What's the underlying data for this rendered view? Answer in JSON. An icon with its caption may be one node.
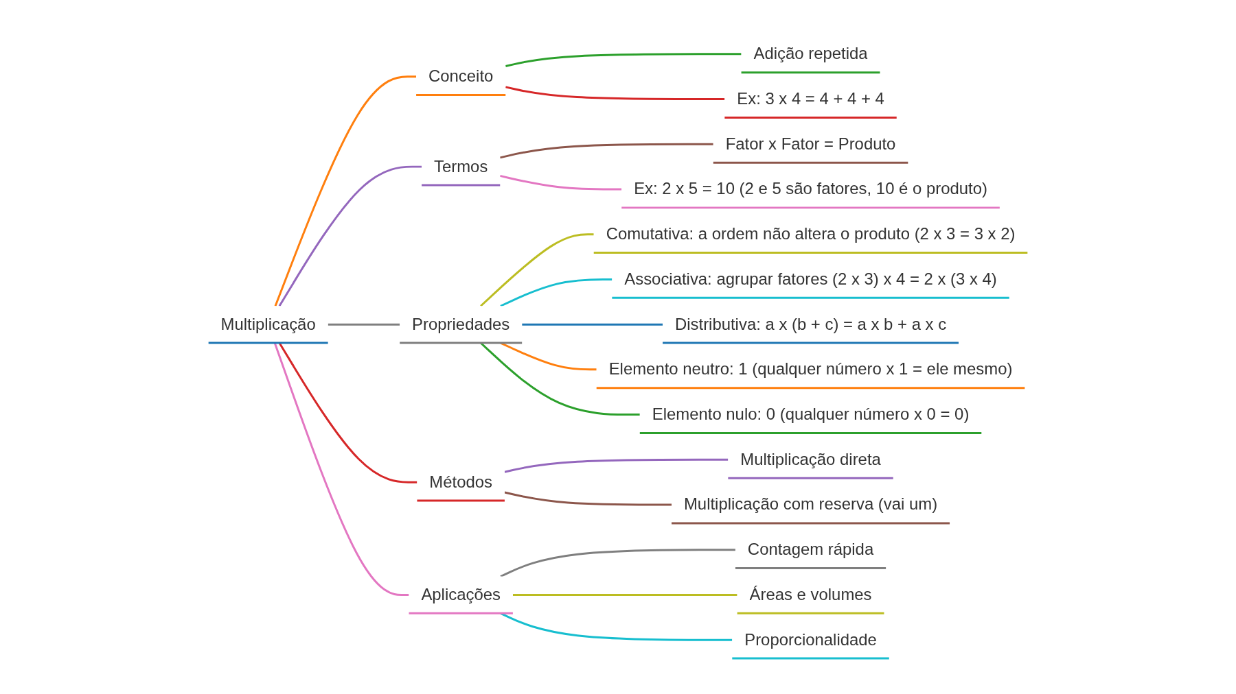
{
  "diagram": {
    "nodes": [
      {
        "text": [
          "Multiplicação"
        ]
      },
      {
        "text": [
          "Conceito"
        ]
      },
      {
        "text": [
          "Adição repetida"
        ]
      },
      {
        "text": [
          "Ex: 3 x 4 = 4 + 4 + 4"
        ]
      },
      {
        "text": [
          "Termos"
        ]
      },
      {
        "text": [
          "Fator x Fator = Produto"
        ]
      },
      {
        "text": [
          "Ex: 2 x 5 = 10 (2 e 5 são fatores, 10 é o produto)"
        ]
      },
      {
        "text": [
          "Propriedades"
        ]
      },
      {
        "text": [
          "Comutativa: a ordem não altera o produto (2 x 3 = 3 x 2)"
        ]
      },
      {
        "text": [
          "Associativa: agrupar fatores (2 x 3) x 4 = 2 x (3 x 4)"
        ]
      },
      {
        "text": [
          "Distributiva: a x (b + c) = a x b + a x c"
        ]
      },
      {
        "text": [
          "Elemento neutro: 1 (qualquer número x 1 = ele mesmo)"
        ]
      },
      {
        "text": [
          "Elemento nulo: 0 (qualquer número x 0 = 0)"
        ]
      },
      {
        "text": [
          "Métodos"
        ]
      },
      {
        "text": [
          "Multiplicação direta"
        ]
      },
      {
        "text": [
          "Multiplicação com reserva (vai um)"
        ]
      },
      {
        "text": [
          "Aplicações"
        ]
      },
      {
        "text": [
          "Contagem rápida"
        ]
      },
      {
        "text": [
          "Áreas e volumes"
        ]
      },
      {
        "text": [
          "Proporcionalidade"
        ]
      }
    ],
    "edges": [
      {
        "from": 0,
        "to": 1,
        "arrow": "none",
        "color": "#ff7f0e"
      },
      {
        "from": 1,
        "to": 2,
        "arrow": "none",
        "color": "#2ca02c"
      },
      {
        "from": 1,
        "to": 3,
        "arrow": "none",
        "color": "#d62728"
      },
      {
        "from": 0,
        "to": 4,
        "arrow": "none",
        "color": "#9467bd"
      },
      {
        "from": 4,
        "to": 5,
        "arrow": "none",
        "color": "#8c564b"
      },
      {
        "from": 4,
        "to": 6,
        "arrow": "none",
        "color": "#e377c2"
      },
      {
        "from": 0,
        "to": 7,
        "arrow": "none",
        "color": "#7f7f7f"
      },
      {
        "from": 7,
        "to": 8,
        "arrow": "none",
        "color": "#bcbd22"
      },
      {
        "from": 7,
        "to": 9,
        "arrow": "none",
        "color": "#17becf"
      },
      {
        "from": 7,
        "to": 10,
        "arrow": "none",
        "color": "#1f77b4"
      },
      {
        "from": 7,
        "to": 11,
        "arrow": "none",
        "color": "#ff7f0e"
      },
      {
        "from": 7,
        "to": 12,
        "arrow": "none",
        "color": "#2ca02c"
      },
      {
        "from": 0,
        "to": 13,
        "arrow": "none",
        "color": "#d62728"
      },
      {
        "from": 13,
        "to": 14,
        "arrow": "none",
        "color": "#9467bd"
      },
      {
        "from": 13,
        "to": 15,
        "arrow": "none",
        "color": "#8c564b"
      },
      {
        "from": 0,
        "to": 16,
        "arrow": "none",
        "color": "#e377c2"
      },
      {
        "from": 16,
        "to": 17,
        "arrow": "none",
        "color": "#7f7f7f"
      },
      {
        "from": 16,
        "to": 18,
        "arrow": "none",
        "color": "#bcbd22"
      },
      {
        "from": 16,
        "to": 19,
        "arrow": "none",
        "color": "#17becf"
      }
    ]
  }
}
